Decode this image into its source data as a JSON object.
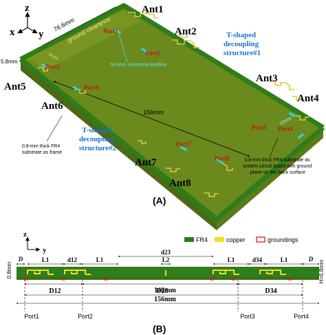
{
  "panel_a": {
    "panel_label": "(A)",
    "axis": {
      "z": "z",
      "x": "x",
      "y": "y"
    },
    "dim_width": "76.6mm",
    "dim_height": "5.8mm",
    "dim_length": "156mm",
    "dim_5mm": "5mm",
    "dim_10mm": "10mm",
    "ground_clearance": "ground clearance",
    "microstrip_note": "50-ohm microstrip feedline",
    "decoupling_1": [
      "T-shaped",
      "decoupling",
      "structure#1"
    ],
    "decoupling_2": [
      "T-shaped",
      "decoupling",
      "structure#2"
    ],
    "frame_note": [
      "0.8-mm thick FR4",
      "substrate as frame"
    ],
    "board_note": [
      "0.8-mm thick FR4 substrate as",
      "system circuit board with ground",
      "plane on the back surface"
    ],
    "antennas": [
      "Ant1",
      "Ant2",
      "Ant3",
      "Ant4",
      "Ant5",
      "Ant6",
      "Ant7",
      "Ant8"
    ],
    "ports": [
      "Port1",
      "Port2",
      "Port3",
      "Port4",
      "Port5",
      "Port6",
      "Port7",
      "Port8"
    ]
  },
  "panel_b": {
    "panel_label": "(B)",
    "axis": {
      "z": "z",
      "y": "y"
    },
    "legend": {
      "fr4": "FR4",
      "copper": "copper",
      "groundings": "groundings"
    },
    "dims": {
      "d": "D",
      "l1": "L1",
      "d12": "d12",
      "d23": "d23",
      "l2": "L2",
      "d34": "d34",
      "big_d12": "D12",
      "big_d23": "D23",
      "big_d34": "D34",
      "mm146": "146mm",
      "mm156": "156mm",
      "mm08": "0.8mm",
      "h": "H=6.8mm"
    },
    "ports": [
      "Port1",
      "Port2",
      "Port3",
      "Port4"
    ]
  },
  "colors": {
    "fr4_top": "#6b8a1e",
    "fr4_side": "#4e6a16",
    "frame": "#2f7a1c",
    "copper": "#e2c84a",
    "port_cyan": "#2fd6e6",
    "port_red": "#d61a1a",
    "blue_text": "#1e6fc8",
    "grounding": "#d62020"
  }
}
